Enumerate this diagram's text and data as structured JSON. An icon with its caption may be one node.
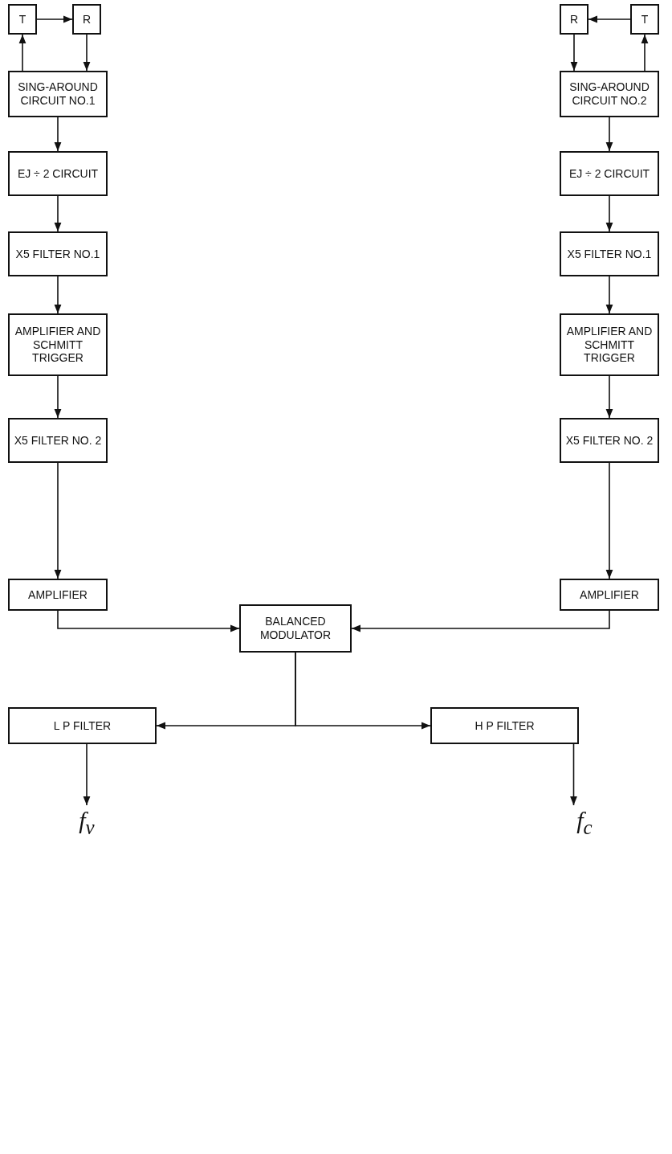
{
  "diagram": {
    "nodes": [
      {
        "text": [
          "T"
        ]
      },
      {
        "text": [
          "R"
        ]
      },
      {
        "text": [
          "SING-AROUND CIRCUIT NO.1"
        ]
      },
      {
        "text": [
          "EJ ÷ 2 CIRCUIT"
        ]
      },
      {
        "text": [
          "X5 FILTER NO.1"
        ]
      },
      {
        "text": [
          "AMPLIFIER AND SCHMITT TRIGGER"
        ]
      },
      {
        "text": [
          "X5 FILTER NO. 2"
        ]
      },
      {
        "text": [
          "AMPLIFIER"
        ]
      },
      {
        "text": [
          "R"
        ]
      },
      {
        "text": [
          "T"
        ]
      },
      {
        "text": [
          "SING-AROUND CIRCUIT NO.2"
        ]
      },
      {
        "text": [
          "EJ ÷ 2 CIRCUIT"
        ]
      },
      {
        "text": [
          "X5 FILTER NO.1"
        ]
      },
      {
        "text": [
          "AMPLIFIER AND SCHMITT TRIGGER"
        ]
      },
      {
        "text": [
          "X5 FILTER NO. 2"
        ]
      },
      {
        "text": [
          "AMPLIFIER"
        ]
      },
      {
        "text": [
          "BALANCED MODULATOR"
        ]
      },
      {
        "text": [
          "L P FILTER"
        ]
      },
      {
        "text": [
          "H P FILTER"
        ]
      },
      {
        "text": [
          "f$_{v}$"
        ]
      },
      {
        "text": [
          "f$_{c}$"
        ]
      }
    ],
    "edges": [
      {
        "from": 2,
        "to": 0,
        "arrow": "to"
      },
      {
        "from": 0,
        "to": 1,
        "arrow": "to"
      },
      {
        "from": 1,
        "to": 2,
        "arrow": "to"
      },
      {
        "from": 2,
        "to": 3,
        "arrow": "to"
      },
      {
        "from": 3,
        "to": 4,
        "arrow": "to"
      },
      {
        "from": 4,
        "to": 5,
        "arrow": "to"
      },
      {
        "from": 5,
        "to": 6,
        "arrow": "to"
      },
      {
        "from": 6,
        "to": 7,
        "arrow": "to"
      },
      {
        "from": 7,
        "to": 16,
        "arrow": "to"
      },
      {
        "from": 10,
        "to": 9,
        "arrow": "to"
      },
      {
        "from": 9,
        "to": 8,
        "arrow": "to"
      },
      {
        "from": 8,
        "to": 10,
        "arrow": "to"
      },
      {
        "from": 10,
        "to": 11,
        "arrow": "to"
      },
      {
        "from": 11,
        "to": 12,
        "arrow": "to"
      },
      {
        "from": 12,
        "to": 13,
        "arrow": "to"
      },
      {
        "from": 13,
        "to": 14,
        "arrow": "to"
      },
      {
        "from": 14,
        "to": 15,
        "arrow": "to"
      },
      {
        "from": 15,
        "to": 16,
        "arrow": "to"
      },
      {
        "from": 16,
        "to": 17,
        "arrow": "to"
      },
      {
        "from": 16,
        "to": 18,
        "arrow": "to"
      },
      {
        "from": 17,
        "to": 19,
        "arrow": "to"
      },
      {
        "from": 18,
        "to": 20,
        "arrow": "to"
      }
    ]
  }
}
